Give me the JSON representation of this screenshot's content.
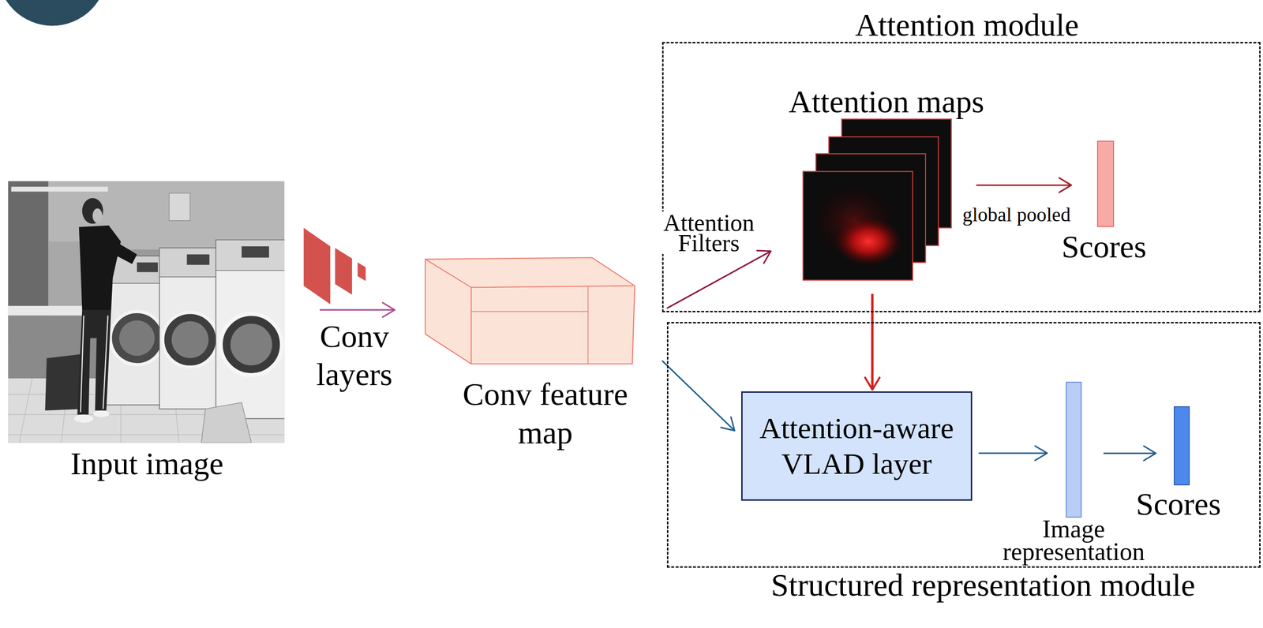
{
  "diagram": {
    "nodes": [
      {
        "text": [
          "Input image"
        ]
      },
      {
        "text": [
          "Conv layers"
        ]
      },
      {
        "text": [
          "Conv feature map"
        ]
      },
      {
        "text": [
          "Attention module"
        ]
      },
      {
        "text": [
          "Attention maps"
        ],
        "in": 3
      },
      {
        "text": [
          "Scores"
        ],
        "in": 3
      },
      {
        "text": [
          "Structured representation module"
        ]
      },
      {
        "text": [
          "Attention-aware VLAD layer"
        ],
        "in": 6
      },
      {
        "text": [
          "Image representation"
        ],
        "in": 6
      },
      {
        "text": [
          "Scores"
        ],
        "in": 6
      }
    ],
    "edges": [
      {
        "from": 1,
        "to": 2,
        "arrow": "to"
      },
      {
        "from": 2,
        "to": 4,
        "label": "Attention Filters",
        "arrow": "to"
      },
      {
        "from": 4,
        "to": 5,
        "label": "global pooled",
        "arrow": "to"
      },
      {
        "from": 4,
        "to": 7,
        "arrow": "to"
      },
      {
        "from": 2,
        "to": 7,
        "arrow": "to"
      },
      {
        "from": 7,
        "to": 8,
        "arrow": "to"
      },
      {
        "from": 8,
        "to": 9,
        "arrow": "to"
      }
    ]
  }
}
